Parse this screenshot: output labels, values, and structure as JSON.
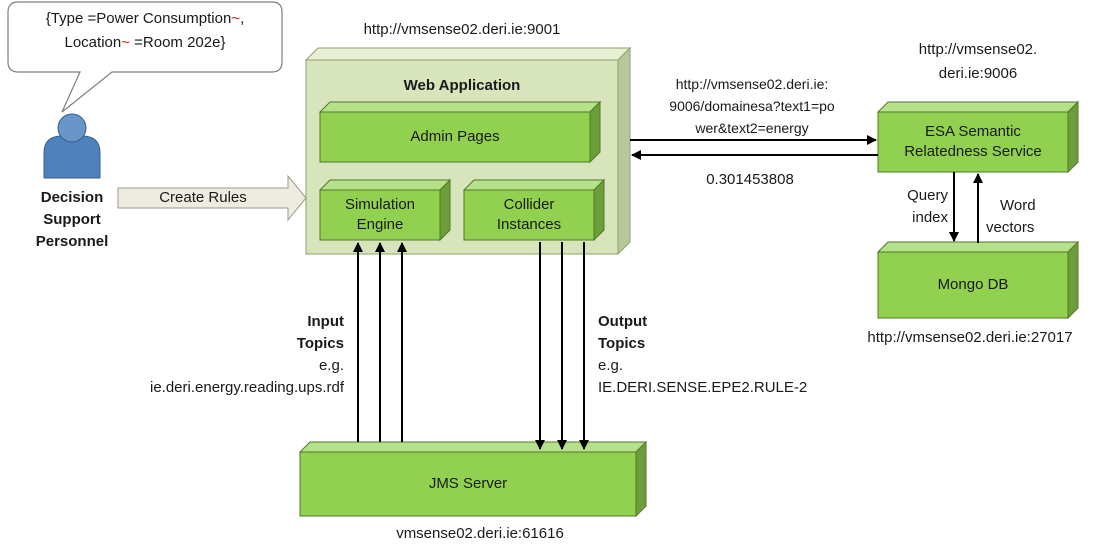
{
  "bubble": {
    "line1_a": "{Type =Power Consumption",
    "tilde1": "~",
    "line1_b": ",",
    "line2_a": "Location",
    "tilde2": "~",
    "line2_b": " =Room 202e}"
  },
  "actor": {
    "label_1": "Decision",
    "label_2": "Support",
    "label_3": "Personnel",
    "icon": "person-icon"
  },
  "create_rules": "Create Rules",
  "web_app": {
    "url": "http://vmsense02.deri.ie:9001",
    "title": "Web Application",
    "admin_pages": "Admin Pages",
    "simulation_engine_1": "Simulation",
    "simulation_engine_2": "Engine",
    "collider_1": "Collider",
    "collider_2": "Instances"
  },
  "request": {
    "line1": "http://vmsense02.deri.ie:",
    "line2": "9006/domainesa?text1=po",
    "line3": "wer&text2=energy"
  },
  "response_value": "0.301453808",
  "esa": {
    "url_1": "http://vmsense02.",
    "url_2": "deri.ie:9006",
    "label_1": "ESA Semantic",
    "label_2": "Relatedness Service",
    "query_1": "Query",
    "query_2": "index",
    "word_1": "Word",
    "word_2": "vectors"
  },
  "mongo": {
    "label": "Mongo DB",
    "url": "http://vmsense02.deri.ie:27017"
  },
  "input_topics": {
    "title_1": "Input",
    "title_2": "Topics",
    "eg": "e.g.",
    "value": "ie.deri.energy.reading.ups.rdf"
  },
  "output_topics": {
    "title_1": "Output",
    "title_2": "Topics",
    "eg": "e.g.",
    "value": "IE.DERI.SENSE.EPE2.RULE-2"
  },
  "jms": {
    "label": "JMS Server",
    "url": "vmsense02.deri.ie:61616"
  },
  "colors": {
    "box_fill": "#92d050",
    "box_top": "#b7e08a",
    "box_side": "#6e9e3a",
    "outer_fill": "#d8e4bc",
    "outer_top": "#e8efd5",
    "outer_side": "#b8c89a",
    "tilde": "#e0201a"
  }
}
